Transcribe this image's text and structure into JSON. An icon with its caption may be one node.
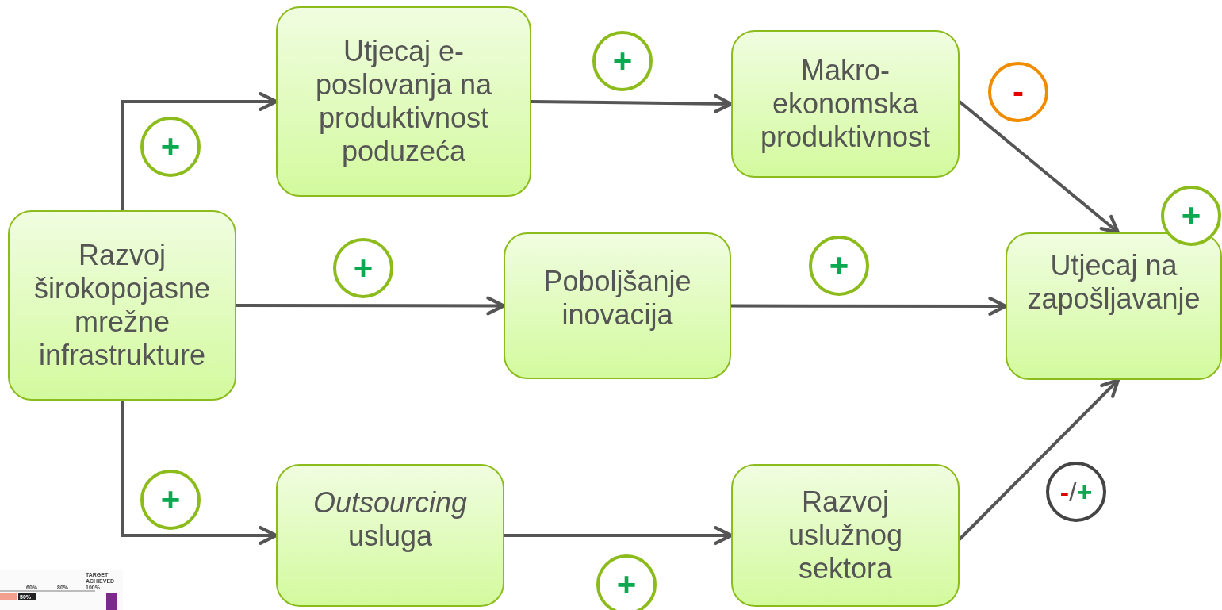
{
  "diagram": {
    "nodes": [
      {
        "text": [
          "Razvoj širokopojasne mrežne infrastrukture"
        ]
      },
      {
        "text": [
          "Utjecaj e-poslovanja na produktivnost poduzeća"
        ]
      },
      {
        "text": [
          "Makro-ekonomska produktivnost"
        ]
      },
      {
        "text": [
          "Poboljšanje inovacija"
        ]
      },
      {
        "text": [
          "Utjecaj na zapošljavanje"
        ],
        "beside": [
          "+"
        ]
      },
      {
        "text": [
          "*Outsourcing* usluga"
        ]
      },
      {
        "text": [
          "Razvoj uslužnog sektora"
        ]
      }
    ],
    "edges": [
      {
        "from": 0,
        "to": 1,
        "arrow": "to",
        "label": "+"
      },
      {
        "from": 1,
        "to": 2,
        "arrow": "to",
        "label": "+"
      },
      {
        "from": 2,
        "to": 4,
        "arrow": "to",
        "label": "-"
      },
      {
        "from": 0,
        "to": 3,
        "arrow": "to",
        "label": "+"
      },
      {
        "from": 3,
        "to": 4,
        "arrow": "to",
        "label": "+"
      },
      {
        "from": 0,
        "to": 5,
        "arrow": "to",
        "label": "+"
      },
      {
        "from": 5,
        "to": 6,
        "arrow": "to",
        "label": "+"
      },
      {
        "from": 6,
        "to": 4,
        "arrow": "to",
        "label": "-/+"
      }
    ],
    "labels": [
      "60%",
      "80%",
      "TARGET ACHIEVED 100%",
      "50%"
    ]
  }
}
